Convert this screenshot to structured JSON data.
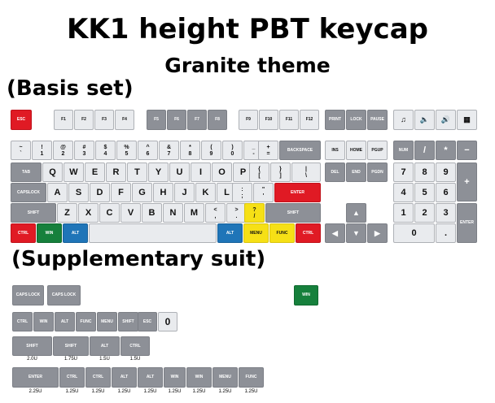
{
  "title": "KK1 height PBT keycap",
  "subtitle": "Granite theme",
  "basis_heading": "(Basis set)",
  "supplementary_heading": "(Supplementary suit)",
  "colors": {
    "light_key": "#e9ebee",
    "dark_key": "#8d9097",
    "accent_red": "#e01a24",
    "accent_green": "#16803c",
    "accent_blue": "#1f75b8",
    "accent_yellow": "#f6e016"
  },
  "basis": {
    "function_row": {
      "esc": "ESC",
      "f1": "F1",
      "f2": "F2",
      "f3": "F3",
      "f4": "F4",
      "f5": "F5",
      "f6": "F6",
      "f7": "F7",
      "f8": "F8",
      "f9": "F9",
      "f10": "F10",
      "f11": "F11",
      "f12": "F12",
      "print": "PRINT",
      "lock": "LOCK",
      "pause": "PAUSE",
      "media": [
        "music-note-icon",
        "volume-down-icon",
        "volume-up-icon",
        "calculator-icon"
      ]
    },
    "number_row": {
      "keys": [
        {
          "top": "~",
          "bottom": "`"
        },
        {
          "top": "!",
          "bottom": "1"
        },
        {
          "top": "@",
          "bottom": "2"
        },
        {
          "top": "#",
          "bottom": "3"
        },
        {
          "top": "$",
          "bottom": "4"
        },
        {
          "top": "%",
          "bottom": "5"
        },
        {
          "top": "^",
          "bottom": "6"
        },
        {
          "top": "&",
          "bottom": "7"
        },
        {
          "top": "*",
          "bottom": "8"
        },
        {
          "top": "(",
          "bottom": "9"
        },
        {
          "top": ")",
          "bottom": "0"
        },
        {
          "top": "_",
          "bottom": "-"
        },
        {
          "top": "+",
          "bottom": "="
        }
      ],
      "backspace": "BACKSPACE",
      "ins": "INS",
      "home": "HOME",
      "pgup": "PGUP",
      "num": "NUM",
      "slash": "/",
      "star": "*",
      "minus": "−"
    },
    "q_row": {
      "tab": "TAB",
      "letters": [
        "Q",
        "W",
        "E",
        "R",
        "T",
        "Y",
        "U",
        "I",
        "O",
        "P"
      ],
      "bracket_l": {
        "top": "{",
        "bottom": "["
      },
      "bracket_r": {
        "top": "}",
        "bottom": "]"
      },
      "backslash": {
        "top": "|",
        "bottom": "\\"
      },
      "del": "DEL",
      "end": "END",
      "pgdn": "PGDN",
      "n7": "7",
      "n8": "8",
      "n9": "9",
      "plus": "+"
    },
    "a_row": {
      "capslock": "CAPSLOCK",
      "letters": [
        "A",
        "S",
        "D",
        "F",
        "G",
        "H",
        "J",
        "K",
        "L"
      ],
      "semicolon": {
        "top": ":",
        "bottom": ";"
      },
      "quote": {
        "top": "\"",
        "bottom": "'"
      },
      "enter": "ENTER",
      "n4": "4",
      "n5": "5",
      "n6": "6"
    },
    "z_row": {
      "shift_l": "SHIFT",
      "letters": [
        "Z",
        "X",
        "C",
        "V",
        "B",
        "N",
        "M"
      ],
      "comma": {
        "top": "<",
        "bottom": ","
      },
      "period": {
        "top": ">",
        "bottom": "."
      },
      "question": {
        "top": "?",
        "bottom": "/"
      },
      "shift_r": "SHIFT",
      "up": "▲",
      "n1": "1",
      "n2": "2",
      "n3": "3",
      "enter": "ENTER"
    },
    "bottom_row": {
      "ctrl_l": "CTRL",
      "win": "WIN",
      "alt_l": "ALT",
      "alt_r": "ALT",
      "menu": "MENU",
      "func": "FUNC",
      "ctrl_r": "CTRL",
      "left": "◀",
      "down": "▼",
      "right": "▶",
      "n0": "0",
      "dot": "."
    }
  },
  "supplementary": {
    "caps_lock_1": "CAPS LOCK",
    "caps_lock_2": "CAPS LOCK",
    "win_green": "WIN",
    "row2": [
      "CTRL",
      "WIN",
      "ALT",
      "FUNC",
      "MENU",
      "SHIFT",
      "ESC",
      "0"
    ],
    "row3": [
      {
        "label": "SHIFT",
        "size": "2.0U"
      },
      {
        "label": "SHIFT",
        "size": "1.75U"
      },
      {
        "label": "ALT",
        "size": "1.5U"
      },
      {
        "label": "CTRL",
        "size": "1.5U"
      }
    ],
    "row4": [
      {
        "label": "ENTER",
        "size": "2.25U"
      },
      {
        "label": "CTRL",
        "size": "1.25U"
      },
      {
        "label": "CTRL",
        "size": "1.25U"
      },
      {
        "label": "ALT",
        "size": "1.25U"
      },
      {
        "label": "ALT",
        "size": "1.25U"
      },
      {
        "label": "WIN",
        "size": "1.25U"
      },
      {
        "label": "WIN",
        "size": "1.25U"
      },
      {
        "label": "MENU",
        "size": "1.25U"
      },
      {
        "label": "FUNC",
        "size": "1.25U"
      }
    ]
  }
}
